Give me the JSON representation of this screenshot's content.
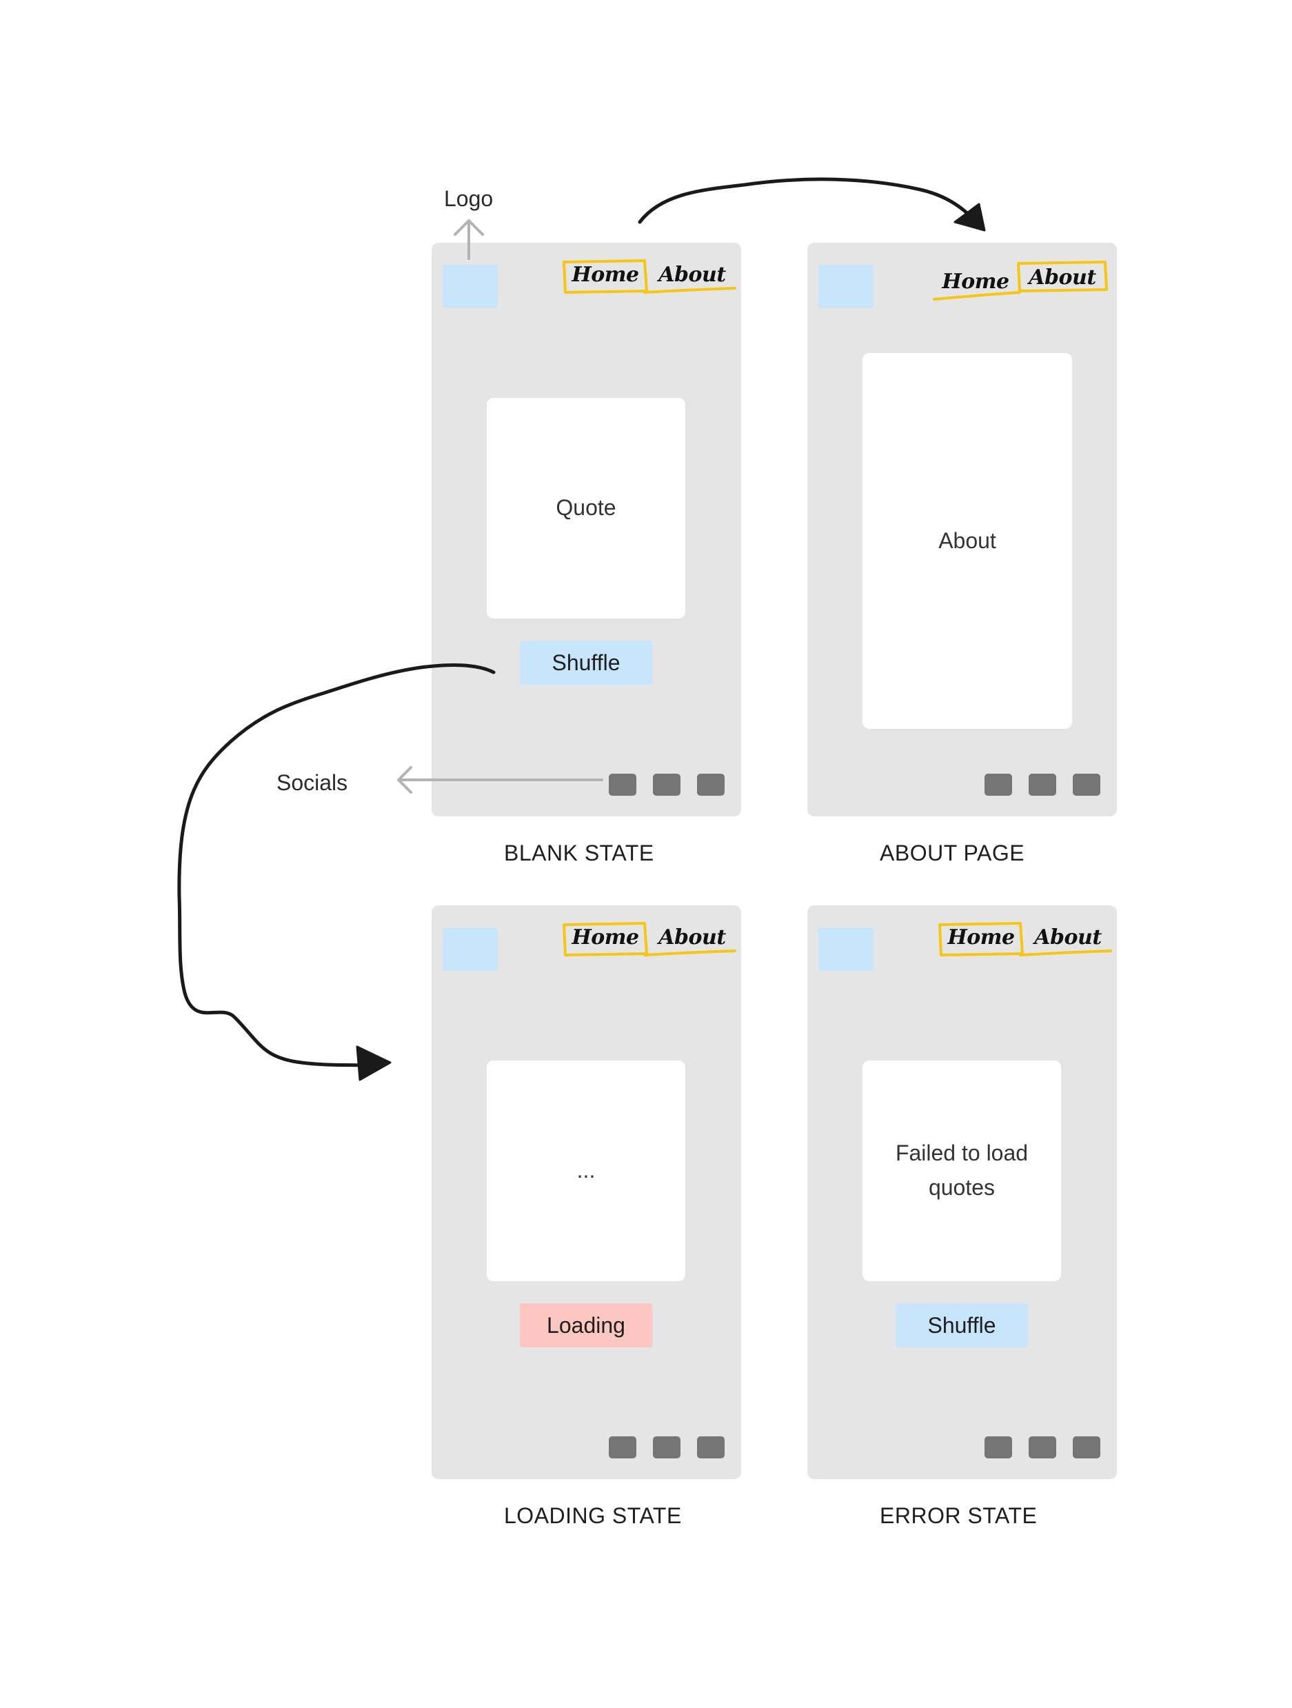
{
  "annotations": {
    "logo": "Logo",
    "socials": "Socials"
  },
  "nav": {
    "home": "Home",
    "about": "About"
  },
  "screens": {
    "blank": {
      "label": "BLANK STATE",
      "card": "Quote",
      "button": "Shuffle"
    },
    "about": {
      "label": "ABOUT PAGE",
      "card": "About"
    },
    "loading": {
      "label": "LOADING STATE",
      "card": "...",
      "button": "Loading"
    },
    "error": {
      "label": "ERROR STATE",
      "card_line1": "Failed to load",
      "card_line2": "quotes",
      "button": "Shuffle"
    }
  },
  "colors": {
    "phone_bg": "#e5e5e5",
    "logo": "#c8e6fb",
    "button_blue": "#c8e6fb",
    "button_red": "#fcc7c1",
    "nav_highlight": "#f5c518",
    "social_icon": "#757575",
    "annotation_arrow": "#b3b3b3",
    "flow_arrow": "#1a1a1a"
  },
  "icons": {
    "flow": "hand-drawn-arrow-icon",
    "pointer": "arrow-icon"
  }
}
